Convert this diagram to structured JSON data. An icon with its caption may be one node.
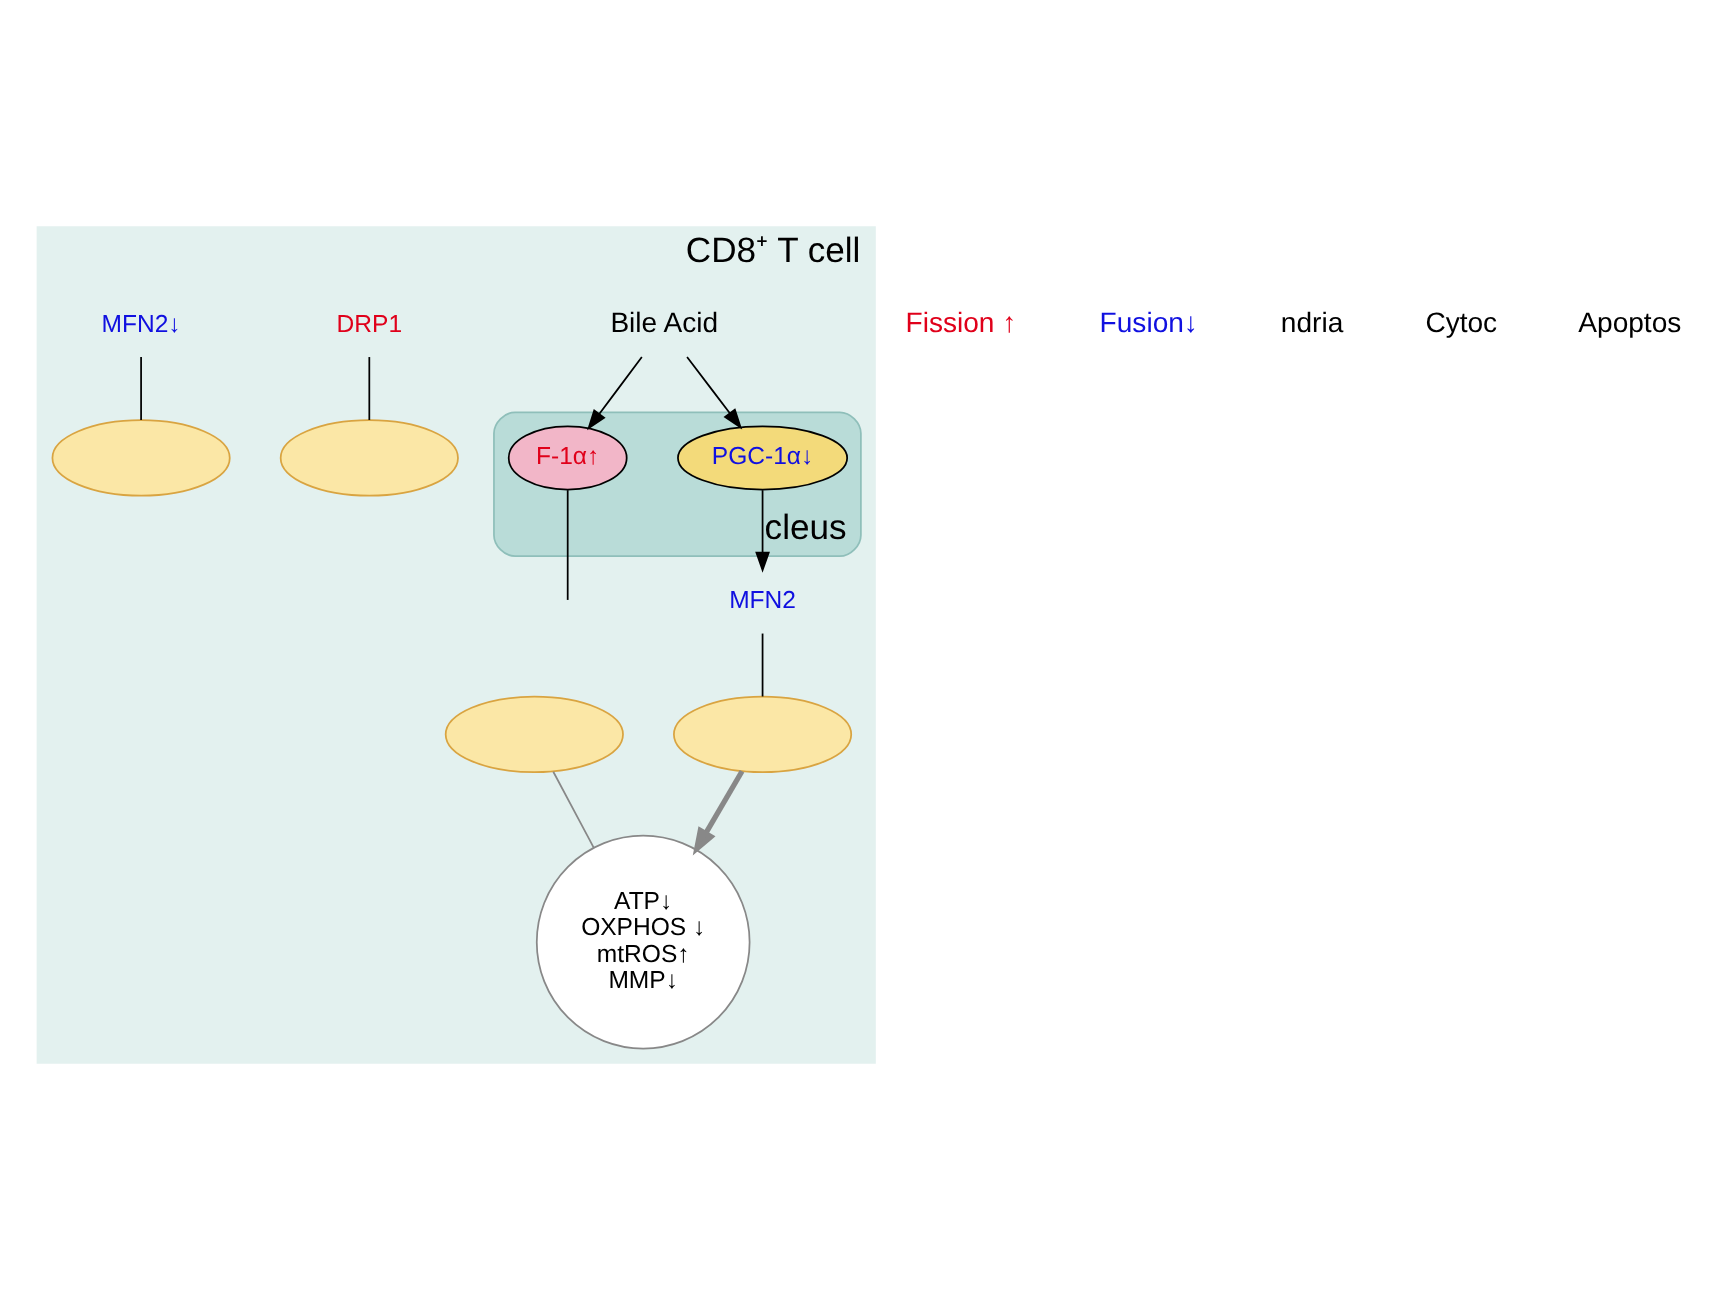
{
  "diagram": {
    "nodes": [
      {
        "text": [
          "CD8⁺ T cell"
        ]
      },
      {
        "text": [
          "Bile Acid"
        ],
        "in": 0
      },
      {
        "text": [
          "cleus"
        ],
        "in": 0
      },
      {
        "text": [
          "F-1α↑"
        ],
        "in": 2
      },
      {
        "text": [
          "PGC-1α↓"
        ],
        "in": 2
      },
      {
        "text": [
          "DRP1"
        ],
        "in": 0
      },
      {
        "text": [],
        "shape": "ellipse",
        "in": 0
      },
      {
        "text": [
          "MFN2"
        ],
        "in": 0
      },
      {
        "text": [
          "MFN2↓"
        ],
        "in": 0
      },
      {
        "text": [],
        "shape": "ellipse",
        "in": 0
      },
      {
        "text": [],
        "shape": "ellipse",
        "in": 0
      },
      {
        "text": [],
        "shape": "ellipse",
        "in": 0
      },
      {
        "text": [
          "ATP↓",
          "OXPHOS ↓",
          "mtROS↑",
          "MMP↓"
        ],
        "in": 0
      }
    ],
    "edges": [
      {
        "from": 1,
        "to": 4,
        "arrow": "to"
      },
      {
        "from": 1,
        "to": 3,
        "arrow": "to"
      },
      {
        "from": 4,
        "to": 7,
        "arrow": "to"
      },
      {
        "from": 3,
        "to": null,
        "arrow": "none"
      },
      {
        "from": 5,
        "to": 6,
        "arrow": "none"
      },
      {
        "from": 7,
        "to": 9,
        "arrow": "none"
      },
      {
        "from": 8,
        "to": 10,
        "arrow": "none"
      },
      {
        "from": 9,
        "to": 12,
        "arrow": "to",
        "style": "thick",
        "color": "#888888"
      },
      {
        "from": 11,
        "to": 12,
        "arrow": "none",
        "color": "#888888"
      }
    ],
    "labels": [
      "Fission ↑",
      "Fusion↓",
      "ndria",
      "Cytoc",
      "Apoptos"
    ]
  }
}
